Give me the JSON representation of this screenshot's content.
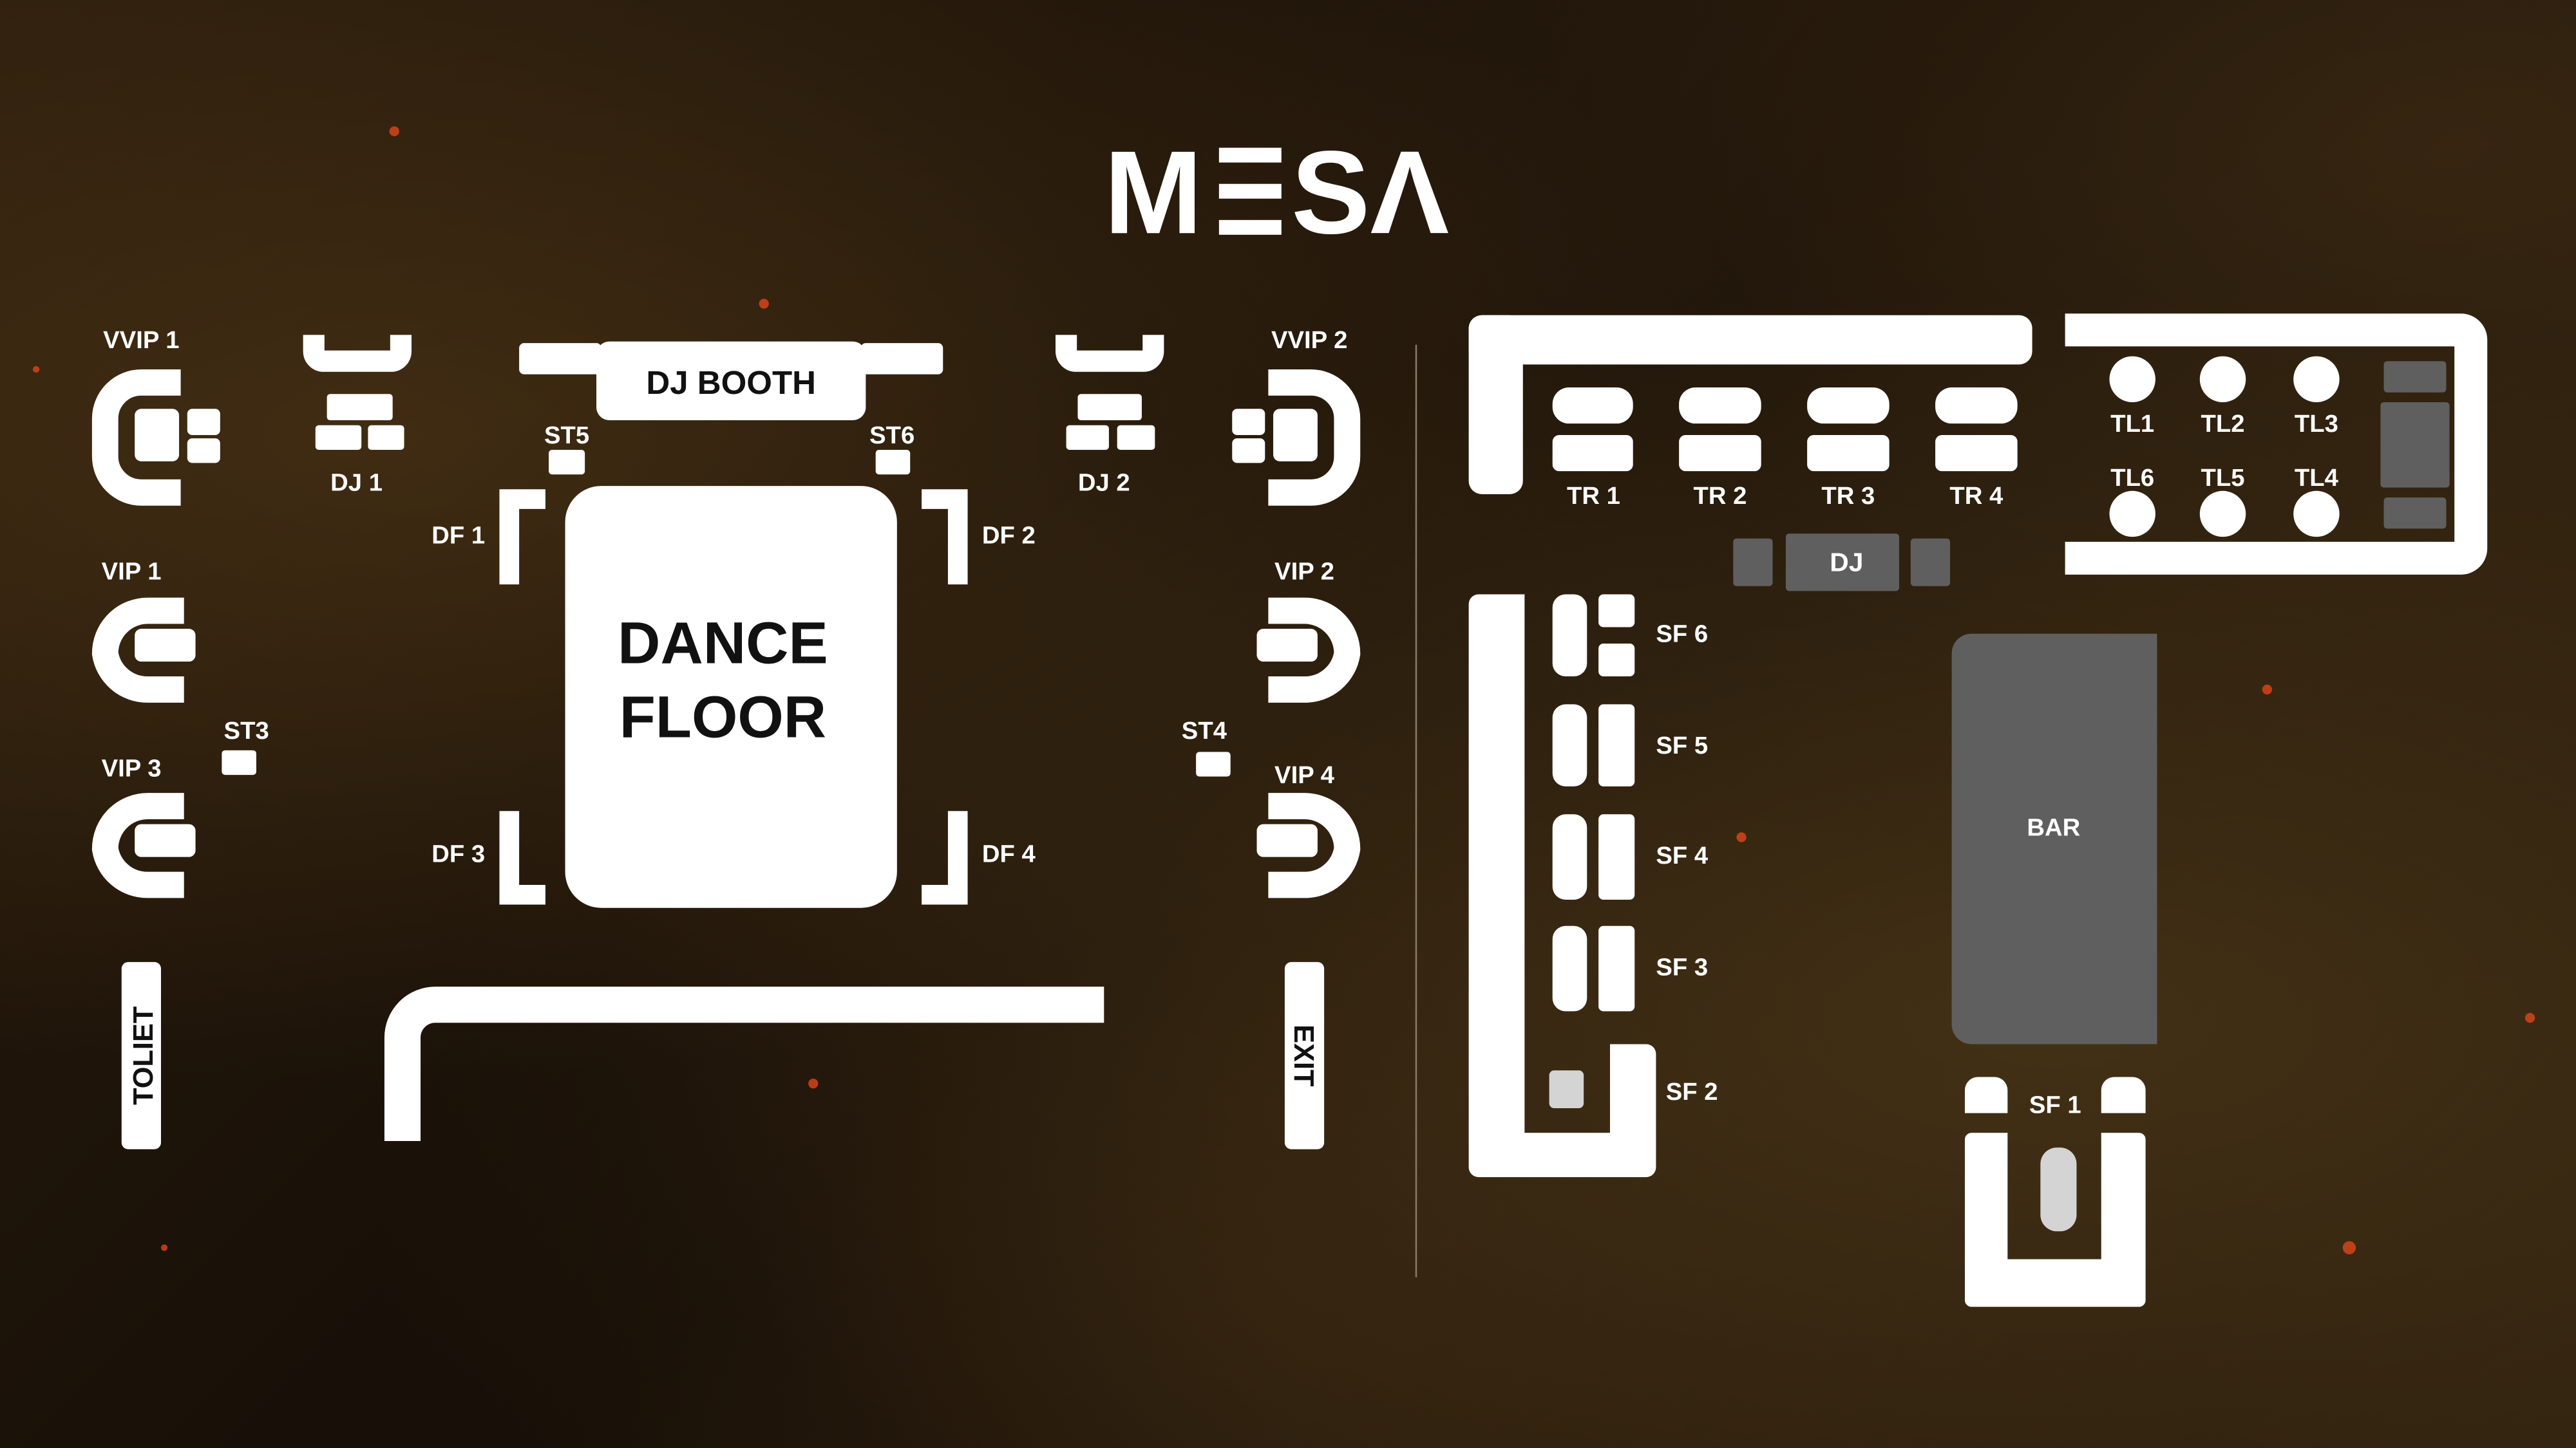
{
  "logo": {
    "text": "MESA"
  },
  "colors": {
    "white": "#ffffff",
    "gray_fixture": "#5f5f5f",
    "light_gray": "#d4d4d4",
    "background": "#1c130a"
  },
  "left_area": {
    "vvip1": "VVIP 1",
    "vvip2": "VVIP 2",
    "vip1": "VIP 1",
    "vip2": "VIP 2",
    "vip3": "VIP 3",
    "vip4": "VIP 4",
    "dj1": "DJ 1",
    "dj2": "DJ 2",
    "dj_booth": "DJ BOOTH",
    "st3": "ST3",
    "st4": "ST4",
    "st5": "ST5",
    "st6": "ST6",
    "df1": "DF 1",
    "df2": "DF 2",
    "df3": "DF 3",
    "df4": "DF 4",
    "dance_floor_line1": "DANCE",
    "dance_floor_line2": "FLOOR",
    "toilet": "TOLIET",
    "exit": "EXIT"
  },
  "right_area": {
    "tr": [
      "TR 1",
      "TR 2",
      "TR 3",
      "TR 4"
    ],
    "dj": "DJ",
    "tl_top": [
      "TL1",
      "TL2",
      "TL3"
    ],
    "tl_bottom": [
      "TL6",
      "TL5",
      "TL4"
    ],
    "sf": {
      "sf1": "SF 1",
      "sf2": "SF 2",
      "sf3": "SF 3",
      "sf4": "SF 4",
      "sf5": "SF 5",
      "sf6": "SF 6"
    },
    "bar": "BAR"
  }
}
